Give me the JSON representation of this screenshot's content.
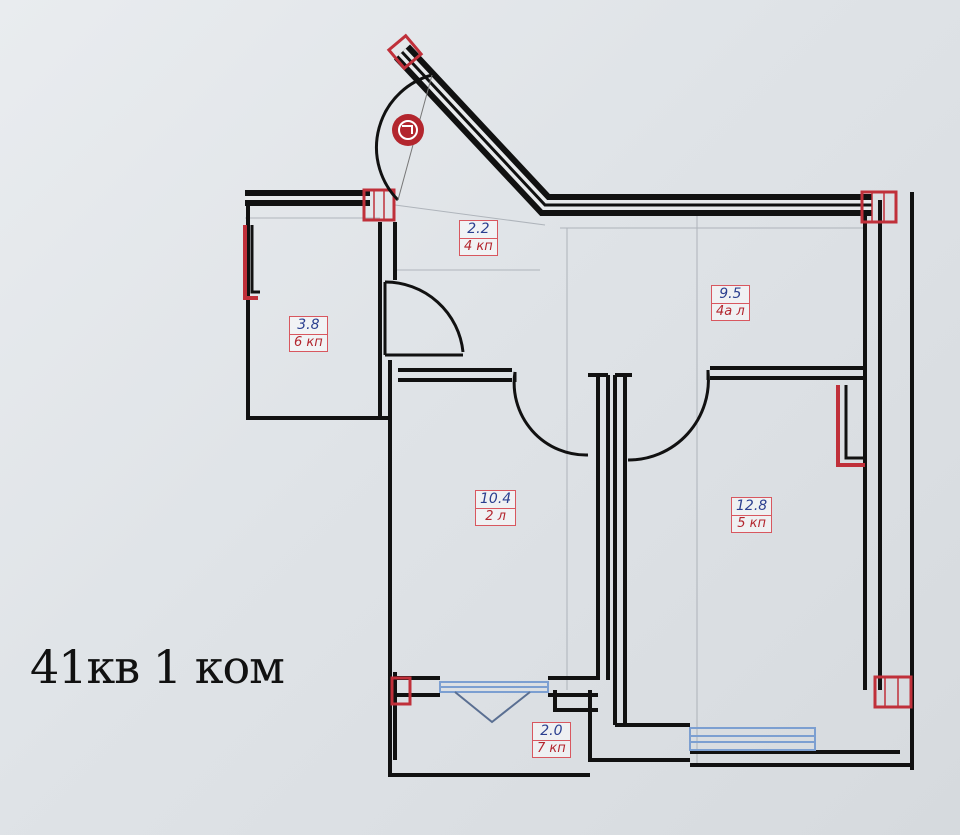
{
  "caption": "41кв 1 ком",
  "rooms": [
    {
      "id": "hall",
      "area": "2.2",
      "code": "4 кп"
    },
    {
      "id": "bathroom",
      "area": "3.8",
      "code": "6 кп"
    },
    {
      "id": "kitchen",
      "area": "9.5",
      "code": "4а л"
    },
    {
      "id": "living",
      "area": "10.4",
      "code": "2 л"
    },
    {
      "id": "bedroom",
      "area": "12.8",
      "code": "5 кп"
    },
    {
      "id": "balcony",
      "area": "2.0",
      "code": "7 кп"
    }
  ],
  "colors": {
    "wall": "#111111",
    "accent": "#c0303a",
    "window": "#7c9fd1",
    "area_text": "#2b3f8f",
    "code_text": "#b3262e"
  }
}
